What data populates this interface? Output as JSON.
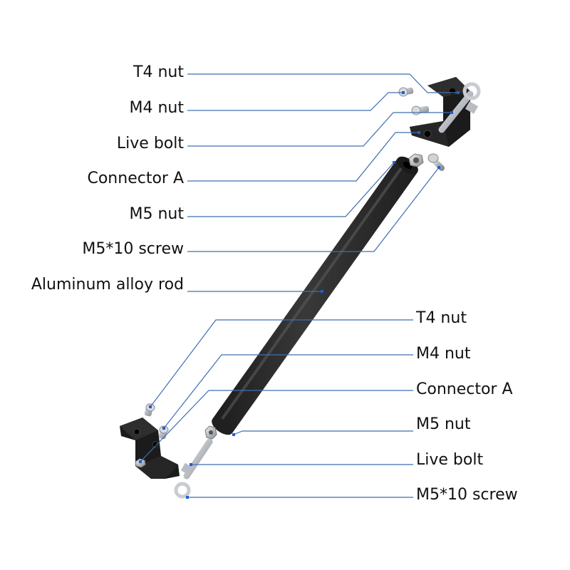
{
  "diagram": {
    "colors": {
      "leader": "#3f6fb0",
      "dot": "#1f5fd0",
      "rod": "#2a2a2a",
      "bracket": "#1c1c1c",
      "metal": "#c9ccd1",
      "text": "#111111"
    },
    "top_labels": [
      {
        "id": "t4",
        "text": "T4 nut"
      },
      {
        "id": "m4",
        "text": "M4 nut"
      },
      {
        "id": "live",
        "text": "Live bolt"
      },
      {
        "id": "conn",
        "text": "Connector A"
      },
      {
        "id": "m5",
        "text": "M5 nut"
      },
      {
        "id": "screw",
        "text": "M5*10 screw"
      },
      {
        "id": "rod",
        "text": "Aluminum alloy rod"
      }
    ],
    "bottom_labels": [
      {
        "id": "t4",
        "text": "T4 nut"
      },
      {
        "id": "m4",
        "text": "M4 nut"
      },
      {
        "id": "conn",
        "text": "Connector A"
      },
      {
        "id": "m5",
        "text": "M5 nut"
      },
      {
        "id": "live",
        "text": "Live bolt"
      },
      {
        "id": "screw",
        "text": "M5*10 screw"
      }
    ]
  }
}
